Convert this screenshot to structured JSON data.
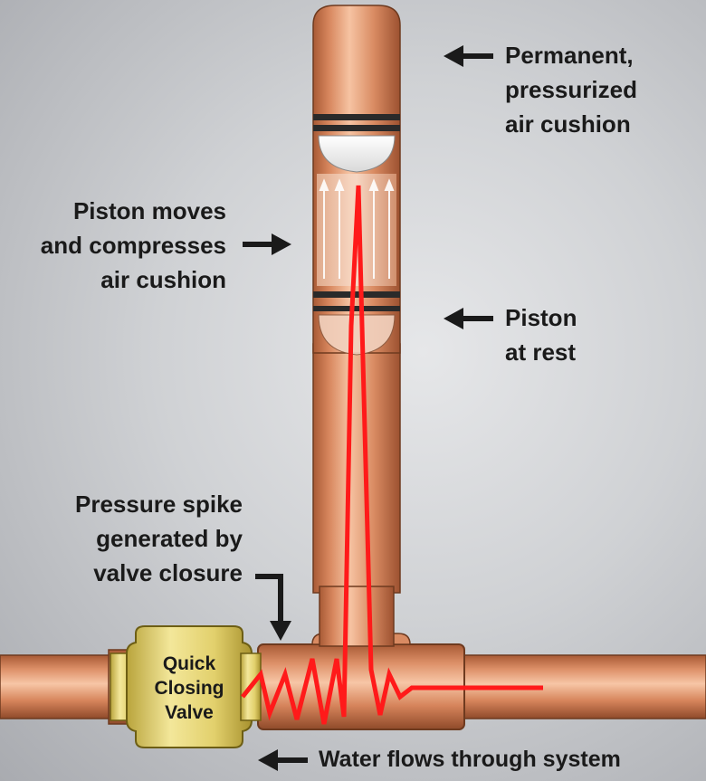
{
  "labels": {
    "air_cushion": "Permanent,\npressurized\nair cushion",
    "piston_moves": "Piston moves\nand compresses\nair cushion",
    "piston_rest": "Piston\nat rest",
    "pressure_spike": "Pressure spike\ngenerated by\nvalve closure",
    "water_flow": "Water flows through system"
  },
  "valve": {
    "line1": "Quick",
    "line2": "Closing",
    "line3": "Valve"
  },
  "colors": {
    "copper_light": "#f2b48f",
    "copper_mid": "#d7865d",
    "copper_dark": "#a85a35",
    "brass": "#e4d57a",
    "spike_red": "#ff1a1a",
    "arrow": "#1a1a1a"
  }
}
